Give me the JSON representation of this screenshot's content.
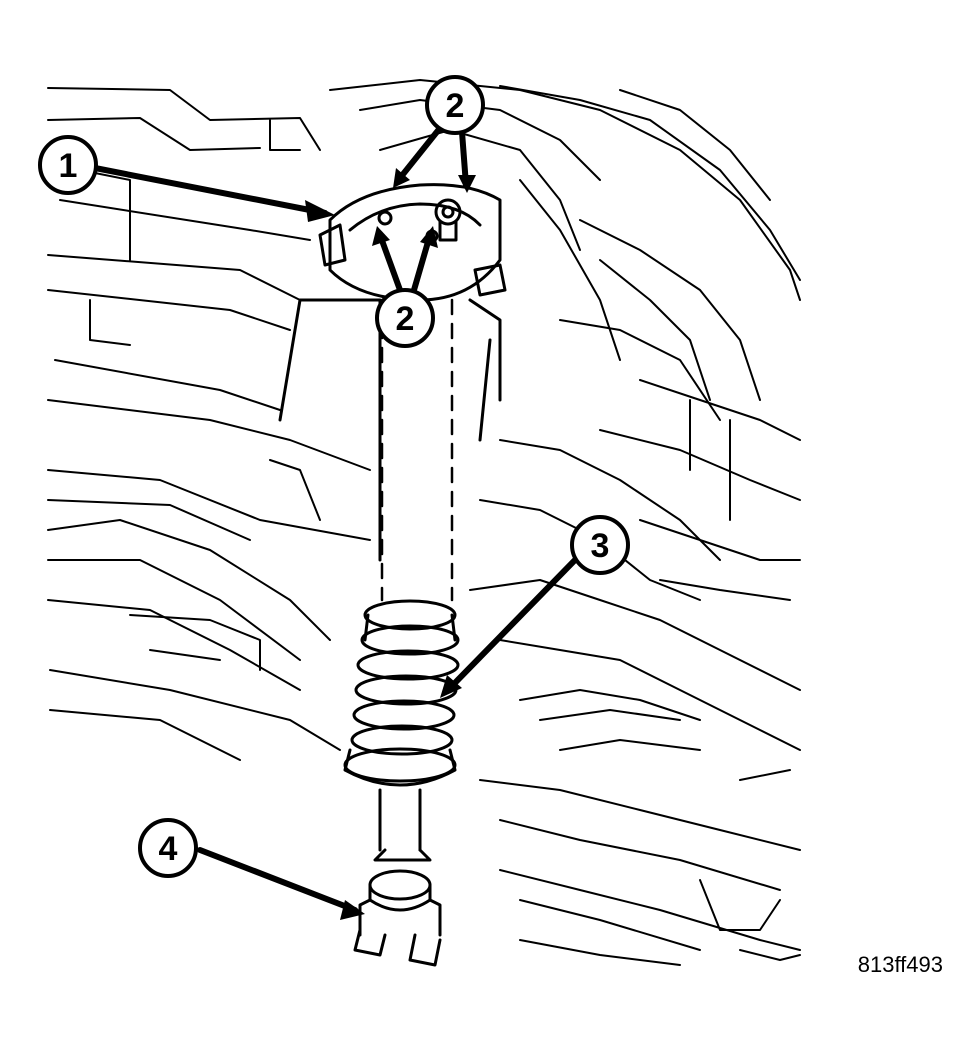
{
  "figure_id": "813ff493",
  "callouts": [
    {
      "number": "1",
      "part": "callout-1"
    },
    {
      "number": "2",
      "part": "callout-2-top"
    },
    {
      "number": "2",
      "part": "callout-2-lower"
    },
    {
      "number": "3",
      "part": "callout-3"
    },
    {
      "number": "4",
      "part": "callout-4"
    }
  ]
}
